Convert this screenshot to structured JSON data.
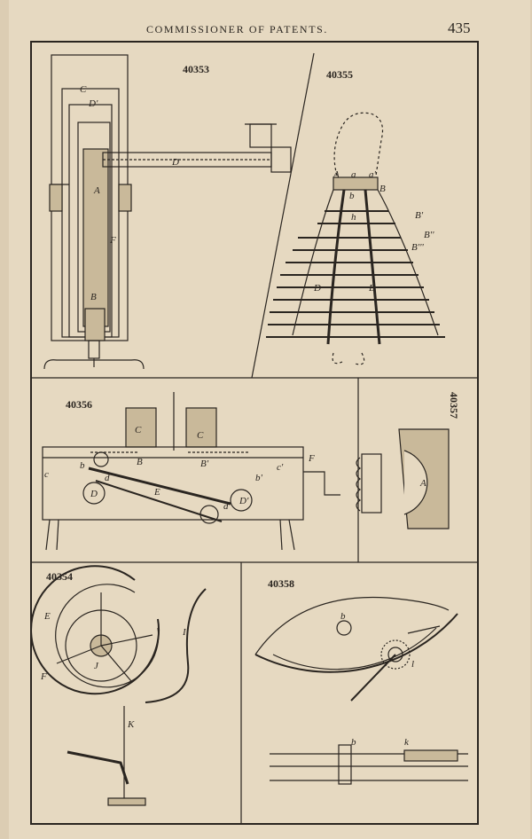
{
  "header": {
    "running_title": "COMMISSIONER OF PATENTS.",
    "page_number": "435"
  },
  "figures": [
    {
      "number": "40353",
      "labels": [
        "C",
        "D'",
        "D",
        "A",
        "F",
        "B"
      ]
    },
    {
      "number": "40355",
      "labels": [
        "A",
        "a",
        "a'",
        "B",
        "b",
        "B'",
        "B''",
        "B'''",
        "h",
        "D",
        "D"
      ]
    },
    {
      "number": "40356",
      "labels": [
        "C",
        "C",
        "B",
        "B'",
        "F",
        "E",
        "c",
        "b",
        "d",
        "D",
        "c'",
        "b'",
        "d'",
        "D'"
      ]
    },
    {
      "number": "40357",
      "labels": [
        "A"
      ]
    },
    {
      "number": "40354",
      "labels": [
        "E",
        "F",
        "J",
        "I",
        "K"
      ]
    },
    {
      "number": "40358",
      "labels": [
        "b",
        "b",
        "k",
        "l"
      ]
    }
  ]
}
